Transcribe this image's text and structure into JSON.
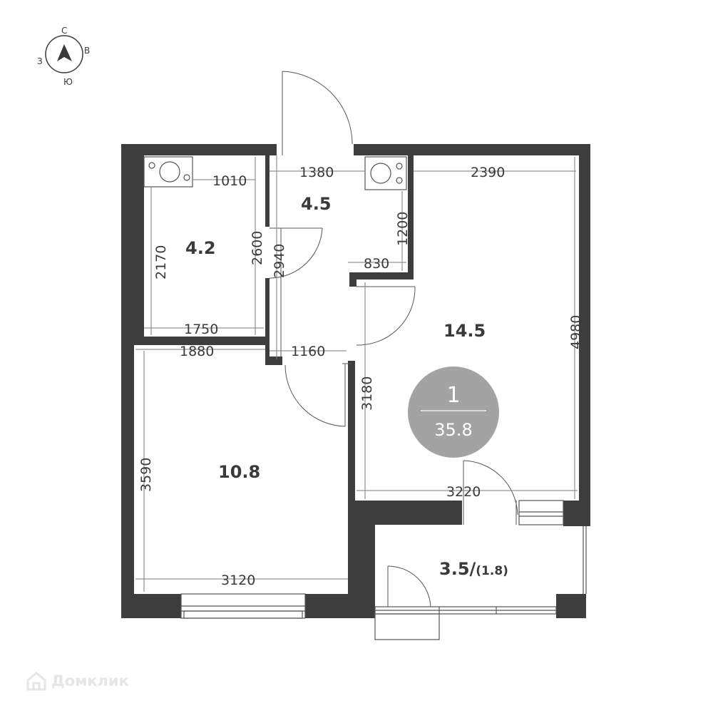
{
  "compass": {
    "north": "С",
    "east": "В",
    "south": "Ю",
    "west": "З"
  },
  "rooms": {
    "bathroom": "4.2",
    "hallway": "4.5",
    "bedroom": "10.8",
    "kitchen_living": "14.5",
    "balcony_area": "3.5/",
    "balcony_reduced": "(1.8)"
  },
  "badge": {
    "rooms": "1",
    "total_area": "35.8",
    "color": "#a3a3a3"
  },
  "dimensions": {
    "d1010": "1010",
    "d1380": "1380",
    "d2390": "2390",
    "d2170": "2170",
    "d2600": "2600",
    "d2940": "2940",
    "d1200": "1200",
    "d830": "830",
    "d1750": "1750",
    "d1880": "1880",
    "d1160": "1160",
    "d4980": "4980",
    "d3180": "3180",
    "d3590": "3590",
    "d3220": "3220",
    "d3120": "3120"
  },
  "logo": {
    "text": "Домклик",
    "icon": "house-icon"
  }
}
